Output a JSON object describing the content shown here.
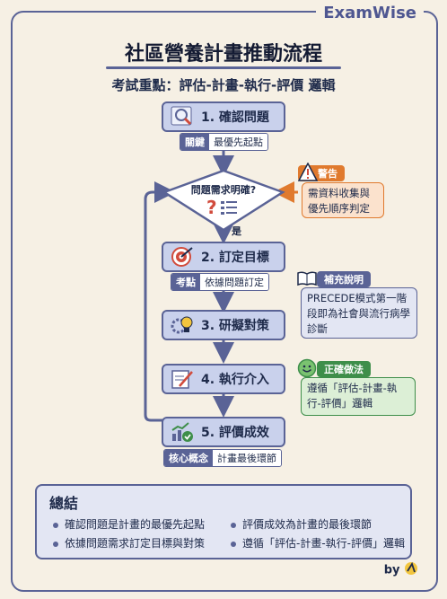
{
  "brand": "ExamWise",
  "title": "社區營養計畫推動流程",
  "subtitle": "考試重點：評估-計畫-執行-評價 邏輯",
  "steps": [
    {
      "label": "1. 確認問題",
      "icon": "magnifier-icon",
      "tag_key": "關鍵",
      "tag_value": "最優先起點"
    },
    {
      "label": "2. 訂定目標",
      "icon": "target-icon",
      "tag_key": "考點",
      "tag_value": "依據問題訂定"
    },
    {
      "label": "3. 研擬對策",
      "icon": "gear-bulb-icon"
    },
    {
      "label": "4. 執行介入",
      "icon": "clipboard-pen-icon"
    },
    {
      "label": "5. 評價成效",
      "icon": "chart-check-icon",
      "tag_key": "核心概念",
      "tag_value": "計畫最後環節"
    }
  ],
  "decision": {
    "question": "問題需求明確?",
    "yes": "是"
  },
  "warning": {
    "head": "警告",
    "text": "需資料收集與優先順序判定",
    "color": "#e07a2e"
  },
  "note": {
    "head": "補充說明",
    "text": "PRECEDE模式第一階段即為社會與流行病學診斷",
    "color": "#5a6396"
  },
  "correct": {
    "head": "正確做法",
    "text": "遵循「評估-計畫-執行-評價」邏輯",
    "color": "#3e8e4a"
  },
  "summary": {
    "title": "總結",
    "items": [
      "確認問題是計畫的最優先起點",
      "評價成效為計畫的最後環節",
      "依據問題需求訂定目標與對策",
      "遵循「評估-計畫-執行-評價」邏輯"
    ]
  },
  "byline": "by"
}
